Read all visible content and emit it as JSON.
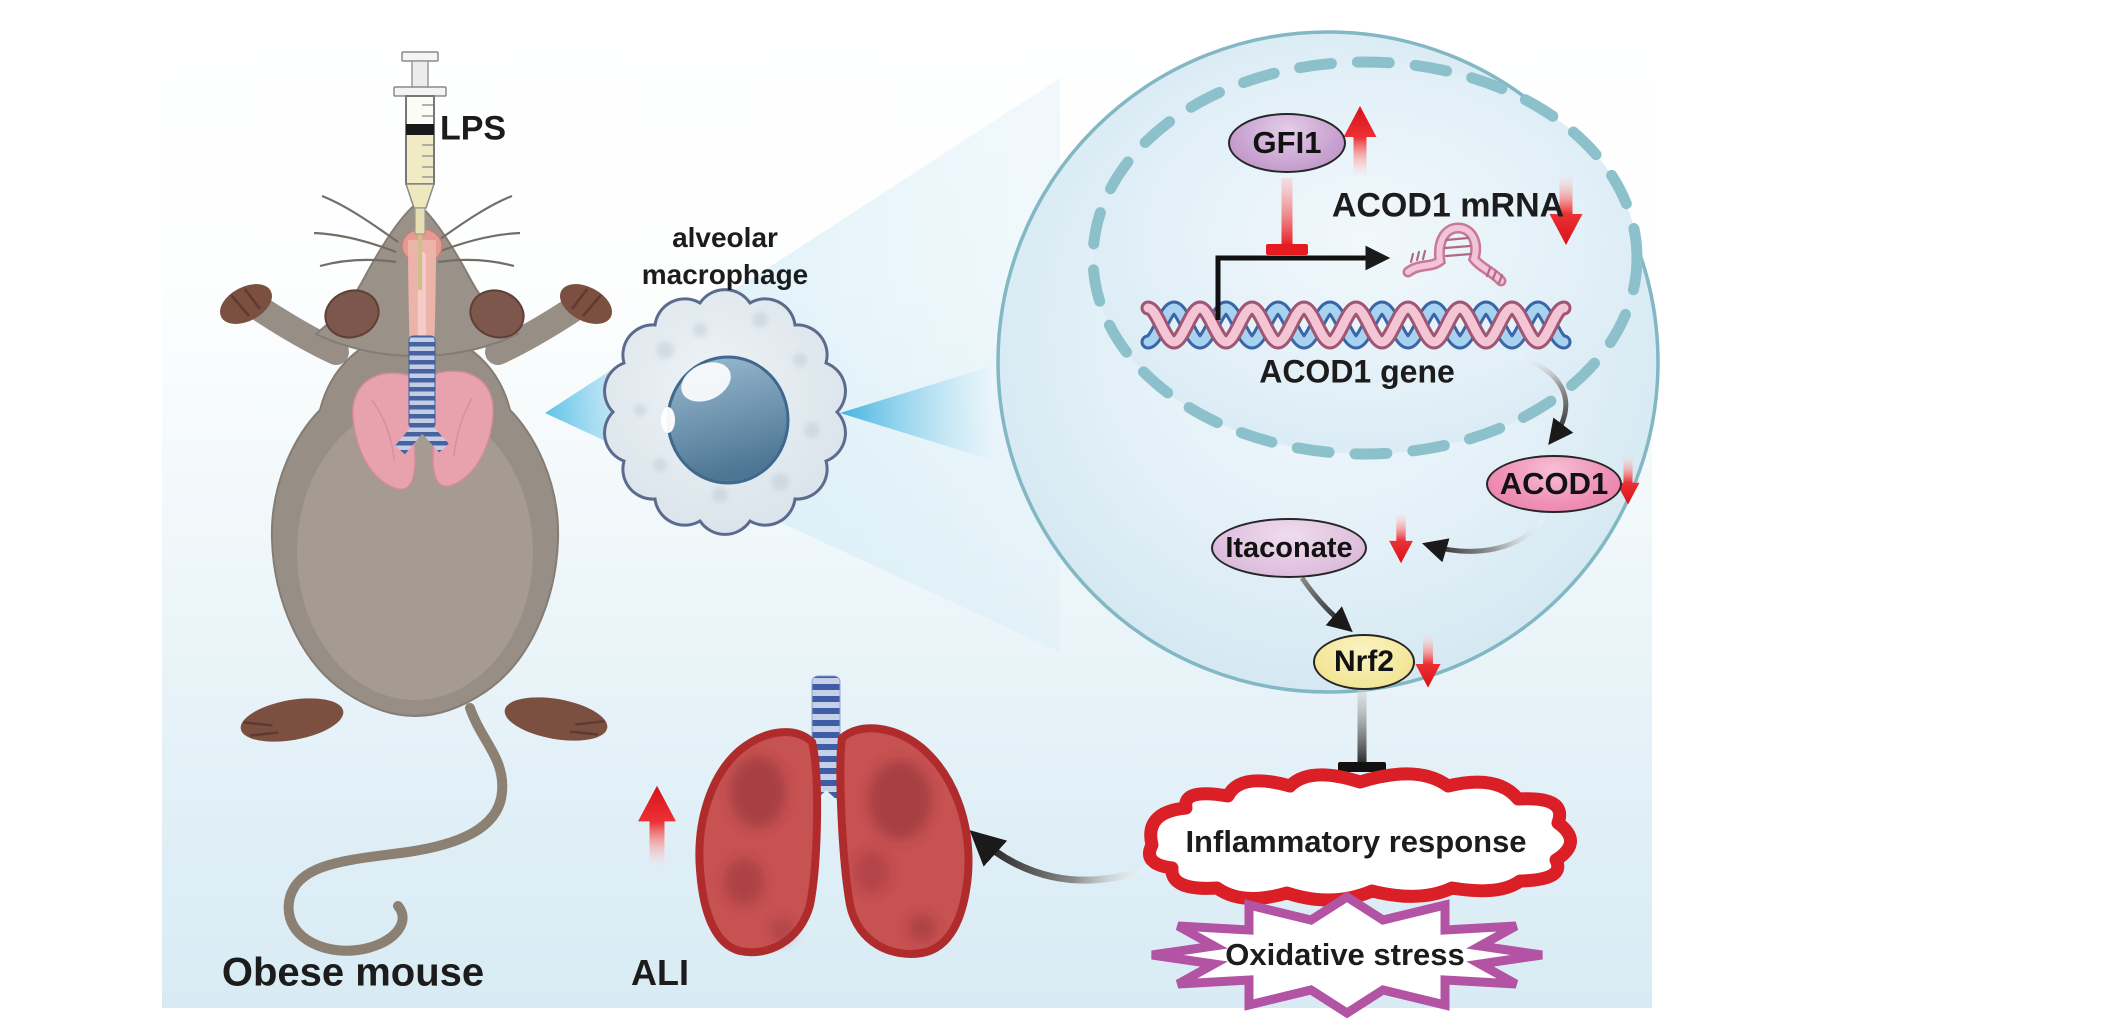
{
  "figure": {
    "labels": {
      "lps": "LPS",
      "alveolar_macrophage_line1": "alveolar",
      "alveolar_macrophage_line2": "macrophage",
      "gfi1": "GFI1",
      "acod1_mrna": "ACOD1 mRNA",
      "acod1_gene": "ACOD1 gene",
      "acod1": "ACOD1",
      "itaconate": "Itaconate",
      "nrf2": "Nrf2",
      "inflammatory_response": "Inflammatory response",
      "oxidative_stress": "Oxidative stress",
      "obese_mouse": "Obese mouse",
      "ali": "ALI"
    },
    "trend_arrows": {
      "gfi1": "up",
      "acod1_mrna": "down",
      "acod1": "down",
      "itaconate": "down",
      "nrf2": "down",
      "ali_lung_injury": "up"
    },
    "relations": [
      "LPS instilled intratracheally into obese mouse",
      "Alveolar macrophage magnified from lung",
      "GFI1 (up) represses ACOD1 gene transcription",
      "ACOD1 gene transcribed to ACOD1 mRNA (down)",
      "ACOD1 mRNA to ACOD1 protein (down)",
      "ACOD1 produces Itaconate (down)",
      "Itaconate activates Nrf2 (down)",
      "Nrf2 inhibits inflammatory response and oxidative stress",
      "Inflammatory response and oxidative stress cause ALI (up)"
    ],
    "colors": {
      "red_accent": "#e11b20",
      "magenta_star": "#b353a3",
      "gfi1_fill": "#c9a3d1",
      "acod1_fill": "#ef8fb5",
      "itaconate_fill": "#ddbedd",
      "nrf2_fill": "#f3e79b",
      "cell_outline": "#82b7c4",
      "panel_bottom": "#d8ebf4"
    }
  }
}
